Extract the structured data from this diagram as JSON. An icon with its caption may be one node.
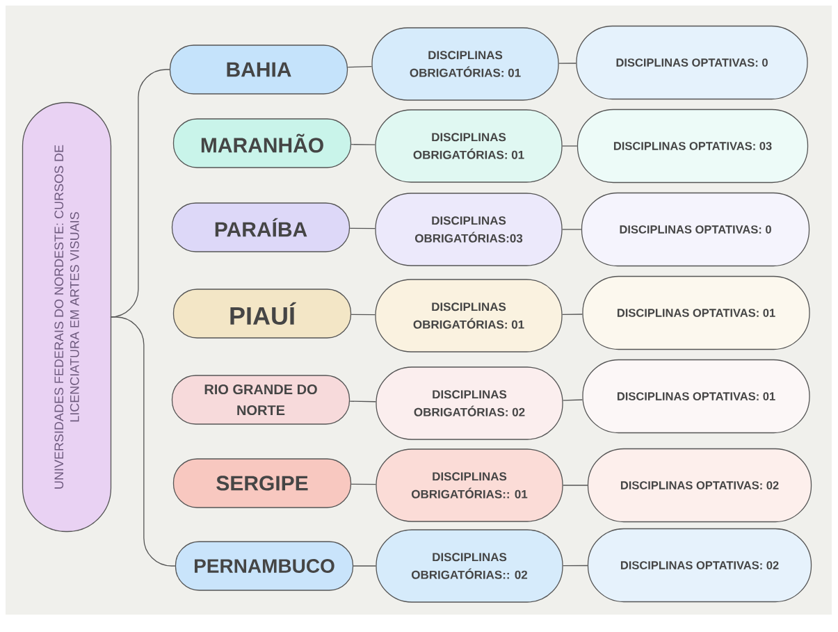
{
  "diagram": {
    "nodes": [
      {
        "text": [
          "UNIVERSIDADES FEDERAIS DO NORDESTE: CURSOS DE LICENCIATURA EM ARTES VISUAIS"
        ]
      },
      {
        "text": [
          "BAHIA"
        ]
      },
      {
        "text": [
          "DISCIPLINAS OBRIGATÓRIAS: 01"
        ]
      },
      {
        "text": [
          "DISCIPLINAS OPTATIVAS: 0"
        ]
      },
      {
        "text": [
          "MARANHÃO"
        ]
      },
      {
        "text": [
          "DISCIPLINAS OBRIGATÓRIAS: 01"
        ]
      },
      {
        "text": [
          "DISCIPLINAS OPTATIVAS: 03"
        ]
      },
      {
        "text": [
          "PARAÍBA"
        ]
      },
      {
        "text": [
          "DISCIPLINAS OBRIGATÓRIAS:03"
        ]
      },
      {
        "text": [
          "DISCIPLINAS OPTATIVAS: 0"
        ]
      },
      {
        "text": [
          "PIAUÍ"
        ]
      },
      {
        "text": [
          "DISCIPLINAS OBRIGATÓRIAS: 01"
        ]
      },
      {
        "text": [
          "DISCIPLINAS OPTATIVAS: 01"
        ]
      },
      {
        "text": [
          "RIO GRANDE DO NORTE"
        ]
      },
      {
        "text": [
          "DISCIPLINAS OBRIGATÓRIAS: 02"
        ]
      },
      {
        "text": [
          "DISCIPLINAS OPTATIVAS: 01"
        ]
      },
      {
        "text": [
          "SERGIPE"
        ]
      },
      {
        "text": [
          "DISCIPLINAS OBRIGATÓRIAS:: 01"
        ]
      },
      {
        "text": [
          "DISCIPLINAS OPTATIVAS: 02"
        ]
      },
      {
        "text": [
          "PERNAMBUCO"
        ]
      },
      {
        "text": [
          "DISCIPLINAS OBRIGATÓRIAS:: 02"
        ]
      },
      {
        "text": [
          "DISCIPLINAS OPTATIVAS: 02"
        ]
      }
    ],
    "edges": [
      {
        "from": 0,
        "to": 1,
        "arrow": "none"
      },
      {
        "from": 0,
        "to": 19,
        "arrow": "none"
      },
      {
        "from": 1,
        "to": 2,
        "arrow": "none"
      },
      {
        "from": 2,
        "to": 3,
        "arrow": "none"
      },
      {
        "from": 4,
        "to": 5,
        "arrow": "none"
      },
      {
        "from": 5,
        "to": 6,
        "arrow": "none"
      },
      {
        "from": 7,
        "to": 8,
        "arrow": "none"
      },
      {
        "from": 8,
        "to": 9,
        "arrow": "none"
      },
      {
        "from": 10,
        "to": 11,
        "arrow": "none"
      },
      {
        "from": 11,
        "to": 12,
        "arrow": "none"
      },
      {
        "from": 13,
        "to": 14,
        "arrow": "none"
      },
      {
        "from": 14,
        "to": 15,
        "arrow": "none"
      },
      {
        "from": 16,
        "to": 17,
        "arrow": "none"
      },
      {
        "from": 17,
        "to": 18,
        "arrow": "none"
      },
      {
        "from": 19,
        "to": 20,
        "arrow": "none"
      },
      {
        "from": 20,
        "to": 21,
        "arrow": "none"
      }
    ]
  }
}
